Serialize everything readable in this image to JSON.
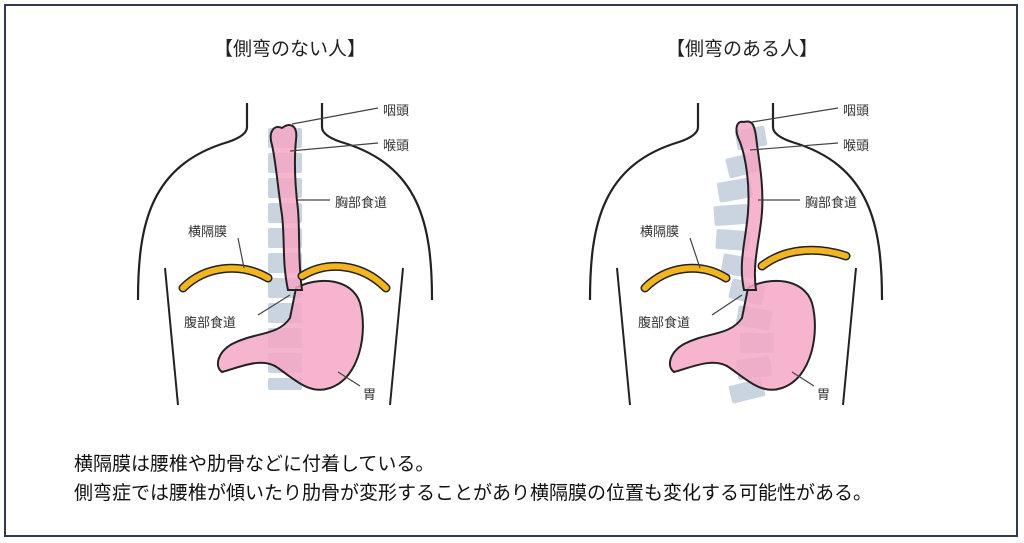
{
  "panels": {
    "left": {
      "title": "【側弯のない人】",
      "labels": {
        "pharynx": "咽頭",
        "larynx": "喉頭",
        "thoracic_esophagus": "胸部食道",
        "diaphragm": "横隔膜",
        "abdominal_esophagus": "腹部食道",
        "stomach": "胃"
      }
    },
    "right": {
      "title": "【側弯のある人】",
      "labels": {
        "pharynx": "咽頭",
        "larynx": "喉頭",
        "thoracic_esophagus": "胸部食道",
        "diaphragm": "横隔膜",
        "abdominal_esophagus": "腹部食道",
        "stomach": "胃"
      }
    }
  },
  "caption": {
    "line1": "横隔膜は腰椎や肋骨などに付着している。",
    "line2": "側弯症では腰椎が傾いたり肋骨が変形することがあり横隔膜の位置も変化する可能性がある。"
  },
  "colors": {
    "organ_pink": "#f4a7c6",
    "vertebra": "#9fb0c8",
    "diaphragm": "#f2b51f",
    "outline": "#222222",
    "frame": "#2f3b4f"
  }
}
